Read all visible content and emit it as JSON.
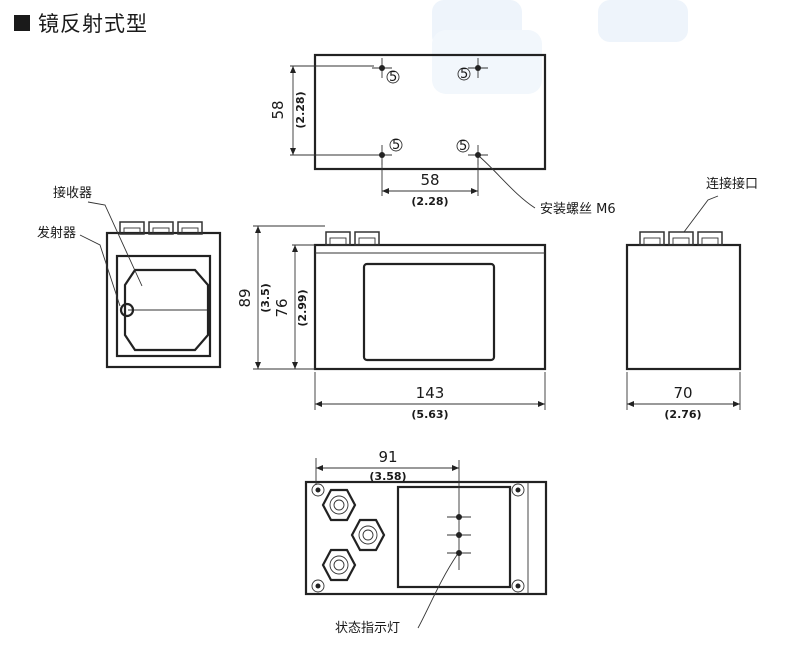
{
  "title": "镜反射式型",
  "labels": {
    "receiver": "接收器",
    "emitter": "发射器",
    "mount_screw": "安装螺丝 M6",
    "connector": "连接接口",
    "status_led": "状态指示灯"
  },
  "hole_marker": "5",
  "dimensions": {
    "top_height_mm": "58",
    "top_height_in": "(2.28)",
    "top_width_mm": "58",
    "top_width_in": "(2.28)",
    "total_height_mm": "89",
    "total_height_in": "(3.5)",
    "body_height_mm": "76",
    "body_height_in": "(2.99)",
    "length_mm": "143",
    "length_in": "(5.63)",
    "depth_mm": "70",
    "depth_in": "(2.76)",
    "bottom_width_mm": "91",
    "bottom_width_in": "(3.58)"
  }
}
